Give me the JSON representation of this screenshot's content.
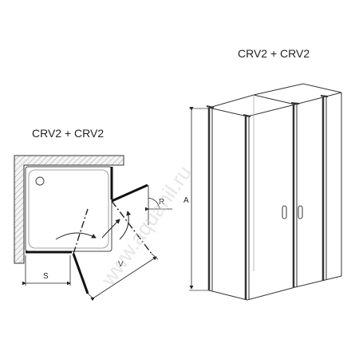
{
  "plan_view": {
    "title": "CRV2 + CRV2",
    "labels": {
      "s": "S",
      "v": "V",
      "r": "R"
    }
  },
  "elevation_view": {
    "title": "CRV2 + CRV2",
    "labels": {
      "a": "A"
    }
  },
  "watermark": "www.aquanil.ru"
}
